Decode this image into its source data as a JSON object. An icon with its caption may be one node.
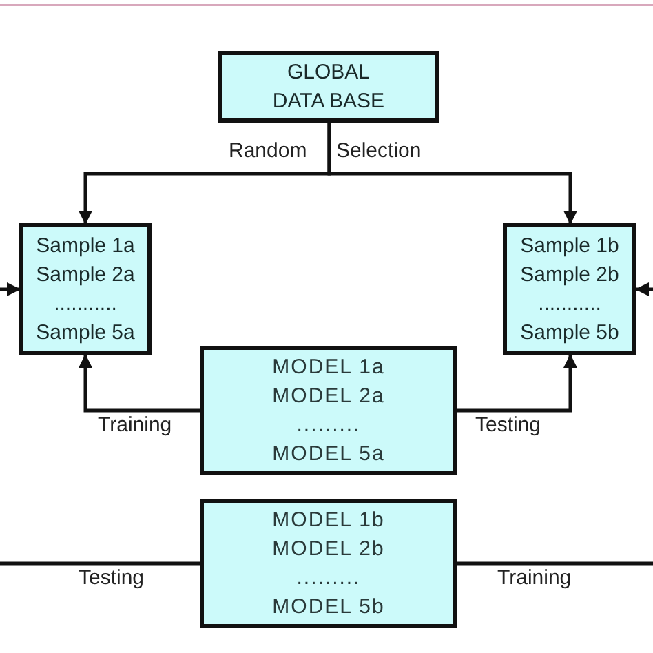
{
  "diagram": {
    "nodes": [
      {
        "text": [
          "GLOBAL",
          "DATA BASE"
        ]
      },
      {
        "text": [
          "Sample 1a",
          "Sample 2a",
          "...........",
          "Sample 5a"
        ]
      },
      {
        "text": [
          "Sample 1b",
          "Sample 2b",
          "...........",
          "Sample 5b"
        ]
      },
      {
        "text": [
          "MODEL 1a",
          "MODEL 2a",
          ".........",
          "MODEL 5a"
        ]
      },
      {
        "text": [
          "MODEL 1b",
          "MODEL 2b",
          ".........",
          "MODEL 5b"
        ]
      }
    ],
    "edges": [
      {
        "from": 0,
        "to": 1,
        "arrow": "to",
        "label": "Random"
      },
      {
        "from": 0,
        "to": 2,
        "arrow": "to",
        "label": "Selection"
      },
      {
        "from": 3,
        "to": 1,
        "arrow": "to",
        "label": "Training"
      },
      {
        "from": 3,
        "to": 2,
        "arrow": "to",
        "label": "Testing"
      },
      {
        "from": 4,
        "to": null,
        "arrow": "none",
        "label": "Testing"
      },
      {
        "from": null,
        "to": 1,
        "arrow": "to"
      },
      {
        "from": 4,
        "to": null,
        "arrow": "none",
        "label": "Training"
      },
      {
        "from": null,
        "to": 2,
        "arrow": "to"
      }
    ]
  }
}
